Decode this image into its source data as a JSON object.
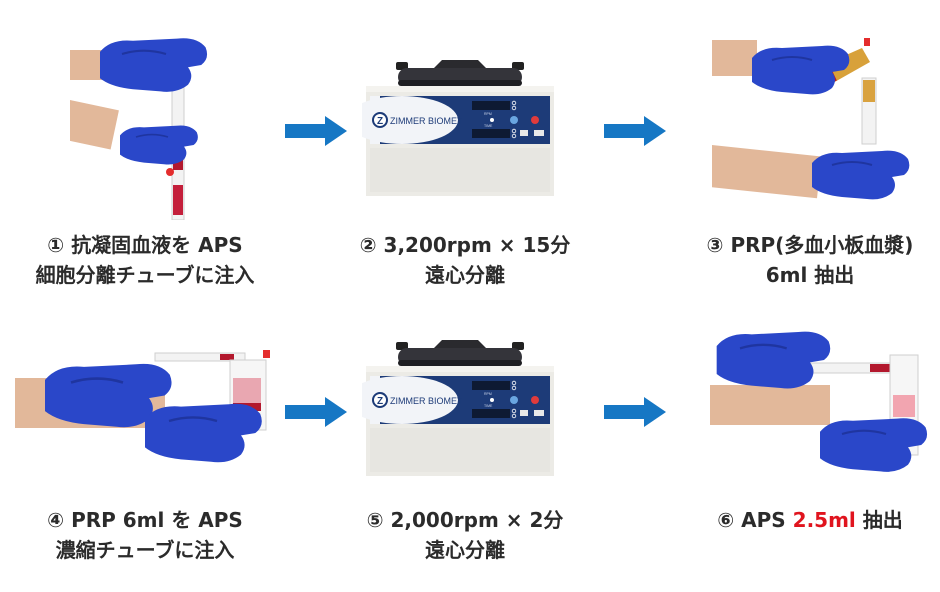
{
  "colors": {
    "arrow": "#1677c4",
    "glove": "#2a47c9",
    "text": "#2b2b2b",
    "highlight": "#e0141e",
    "centrifuge_panel": "#1d3b78",
    "centrifuge_body": "#ecebe6"
  },
  "centrifuge": {
    "brand": "ZIMMER BIOMET",
    "rpm_label": "RPM",
    "time_label": "TIME"
  },
  "steps": [
    {
      "number": "①",
      "line1": "抗凝固血液を APS",
      "line2": "細胞分離チューブに注入",
      "image": "hands-syringe-into-aps-separation-tube"
    },
    {
      "number": "②",
      "line1": "3,200rpm × 15分",
      "line2": "遠心分離",
      "image": "centrifuge"
    },
    {
      "number": "③",
      "line1": "PRP(多血小板血漿)",
      "line2": "6ml 抽出",
      "image": "hands-extracting-prp"
    },
    {
      "number": "④",
      "line1": "PRP 6ml を APS",
      "line2": "濃縮チューブに注入",
      "image": "hands-injecting-into-concentration-tube"
    },
    {
      "number": "⑤",
      "line1": "2,000rpm × 2分",
      "line2": "遠心分離",
      "image": "centrifuge"
    },
    {
      "number": "⑥",
      "line1_pre": "APS ",
      "line1_highlight": "2.5ml",
      "line1_post": " 抽出",
      "image": "hands-extracting-aps"
    }
  ],
  "arrows": [
    "arrow-1-to-2",
    "arrow-2-to-3",
    "arrow-4-to-5",
    "arrow-5-to-6"
  ]
}
